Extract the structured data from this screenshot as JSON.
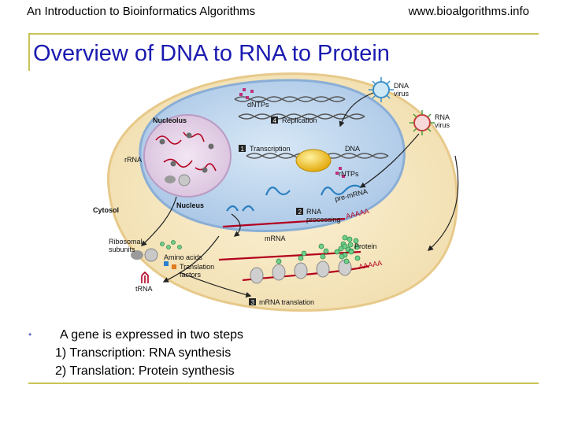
{
  "header": {
    "left": "An Introduction to Bioinformatics Algorithms",
    "right": "www.bioalgorithms.info"
  },
  "slide": {
    "title": "Overview of DNA to RNA to Protein"
  },
  "diagram": {
    "labels": {
      "dntps": "dNTPs",
      "replication": "Replication",
      "nucleolus": "Nucleolus",
      "transcription": "Transcription",
      "dna": "DNA",
      "rrna": "rRNA",
      "rntps": "rNTPs",
      "pre_mrna": "pre-mRNA",
      "nucleus": "Nucleus",
      "cytosol": "Cytosol",
      "rna_processing_1": "RNA",
      "rna_processing_2": "processing",
      "aaaaa": "AAAAA",
      "mrna": "mRNA",
      "protein": "Protein",
      "ribosomal_1": "Ribosomal",
      "ribosomal_2": "subunits",
      "amino_acids": "Amino acids",
      "translation_factors_1": "Translation",
      "translation_factors_2": "factors",
      "trna": "tRNA",
      "mrna_translation": "mRNA translation",
      "dna_virus_1": "DNA",
      "dna_virus_2": "virus",
      "rna_virus_1": "RNA",
      "rna_virus_2": "virus",
      "aaaaa2": "AAAAA"
    },
    "steps": {
      "s1": "1",
      "s2": "2",
      "s3": "3",
      "s4": "4"
    }
  },
  "bullets": {
    "marker": "•",
    "line1": "A gene is expressed in two steps",
    "line2": "1)  Transcription: RNA synthesis",
    "line3": "2)  Translation: Protein synthesis"
  }
}
